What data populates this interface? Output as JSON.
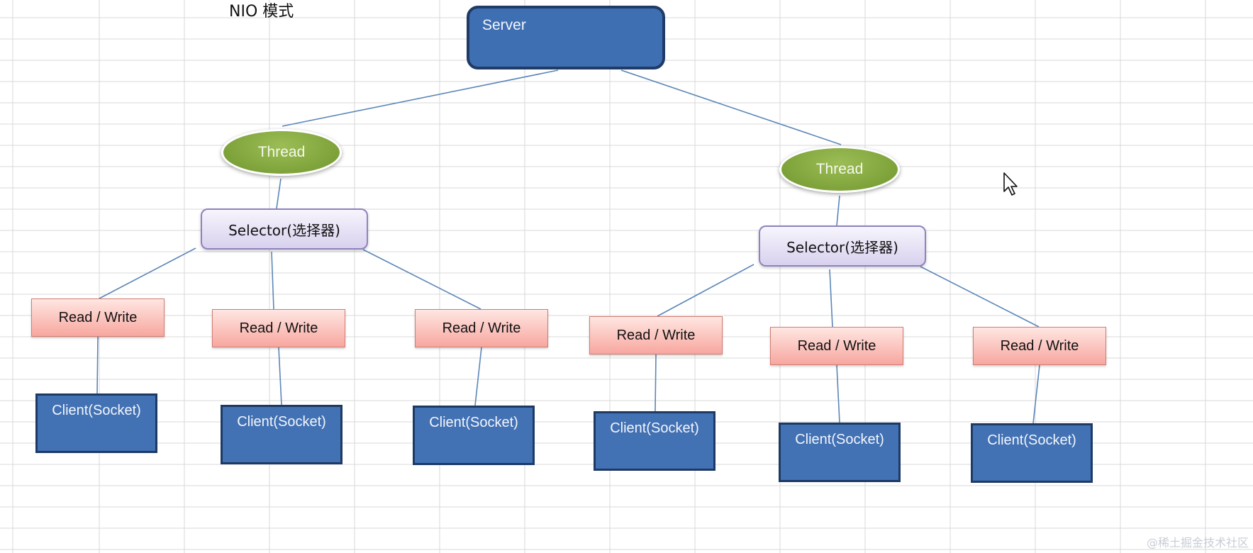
{
  "title": "NIO 模式",
  "server": {
    "label": "Server"
  },
  "branches": [
    {
      "thread": "Thread",
      "selector": "Selector(选择器)",
      "channels": [
        {
          "rw": "Read / Write",
          "client": "Client(Socket)"
        },
        {
          "rw": "Read / Write",
          "client": "Client(Socket)"
        },
        {
          "rw": "Read / Write",
          "client": "Client(Socket)"
        }
      ]
    },
    {
      "thread": "Thread",
      "selector": "Selector(选择器)",
      "channels": [
        {
          "rw": "Read / Write",
          "client": "Client(Socket)"
        },
        {
          "rw": "Read / Write",
          "client": "Client(Socket)"
        },
        {
          "rw": "Read / Write",
          "client": "Client(Socket)"
        }
      ]
    }
  ],
  "watermark": "@稀土掘金技术社区",
  "colors": {
    "server": "#3f6fb3",
    "thread": "#7ea23a",
    "selector": "#d8d1ee",
    "read_write": "#f7a79f",
    "client": "#4271b4",
    "connector": "#5b86b8",
    "grid": "#d9d9d9"
  }
}
